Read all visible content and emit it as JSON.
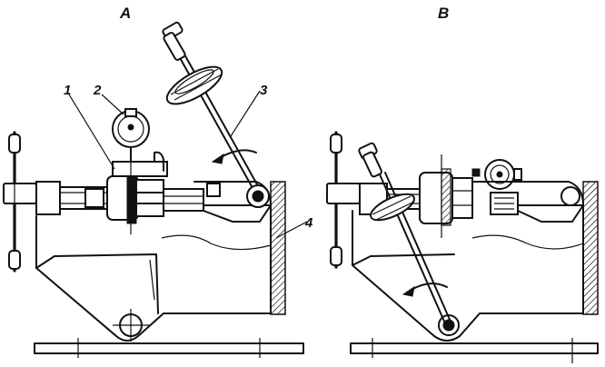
{
  "panels": [
    {
      "label": "A"
    },
    {
      "label": "B"
    }
  ],
  "callouts": [
    "1",
    "2",
    "3",
    "4"
  ]
}
